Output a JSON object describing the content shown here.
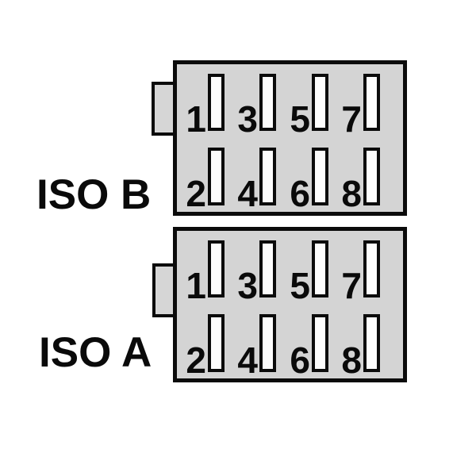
{
  "colors": {
    "background": "#ffffff",
    "body_fill": "#d4d4d4",
    "tab_fill": "#d6d6d6",
    "slot_fill": "#fcfcfc",
    "outline": "#0b0b0b",
    "text": "#0a0a0a"
  },
  "connectors": [
    {
      "name": "ISO B",
      "rows": [
        {
          "pins": [
            "1",
            "3",
            "5",
            "7"
          ]
        },
        {
          "pins": [
            "2",
            "4",
            "6",
            "8"
          ]
        }
      ]
    },
    {
      "name": "ISO A",
      "rows": [
        {
          "pins": [
            "1",
            "3",
            "5",
            "7"
          ]
        },
        {
          "pins": [
            "2",
            "4",
            "6",
            "8"
          ]
        }
      ]
    }
  ]
}
